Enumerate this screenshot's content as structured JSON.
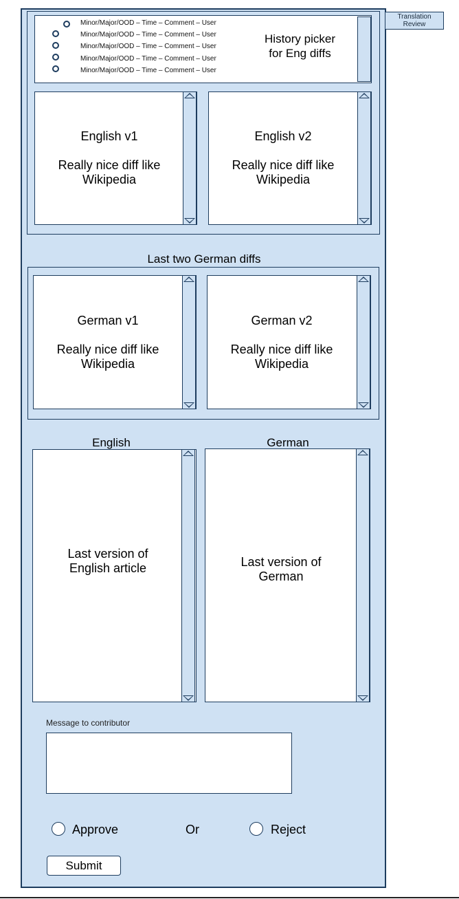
{
  "tab_label": "Translation Review",
  "history": {
    "rows": [
      "Minor/Major/OOD – Time – Comment – User",
      "Minor/Major/OOD – Time – Comment – User",
      "Minor/Major/OOD – Time – Comment – User",
      "Minor/Major/OOD – Time – Comment – User",
      "Minor/Major/OOD – Time – Comment – User"
    ],
    "label_line1": "History picker",
    "label_line2": "for Eng diffs"
  },
  "english_diffs": {
    "v1": {
      "title": "English v1",
      "line1": "Really nice diff like",
      "line2": "Wikipedia"
    },
    "v2": {
      "title": "English v2",
      "line1": "Really nice diff like",
      "line2": "Wikipedia"
    }
  },
  "german_diffs": {
    "heading": "Last two German diffs",
    "v1": {
      "title": "German v1",
      "line1": "Really nice diff like",
      "line2": "Wikipedia"
    },
    "v2": {
      "title": "German v2",
      "line1": "Really nice diff like",
      "line2": "Wikipedia"
    }
  },
  "last_versions": {
    "english_heading": "English",
    "german_heading": "German",
    "english_line1": "Last version of",
    "english_line2": "English article",
    "german_line1": "Last version of",
    "german_line2": "German"
  },
  "message": {
    "label": "Message to contributor",
    "value": ""
  },
  "decision": {
    "approve": "Approve",
    "or": "Or",
    "reject": "Reject"
  },
  "submit_label": "Submit"
}
